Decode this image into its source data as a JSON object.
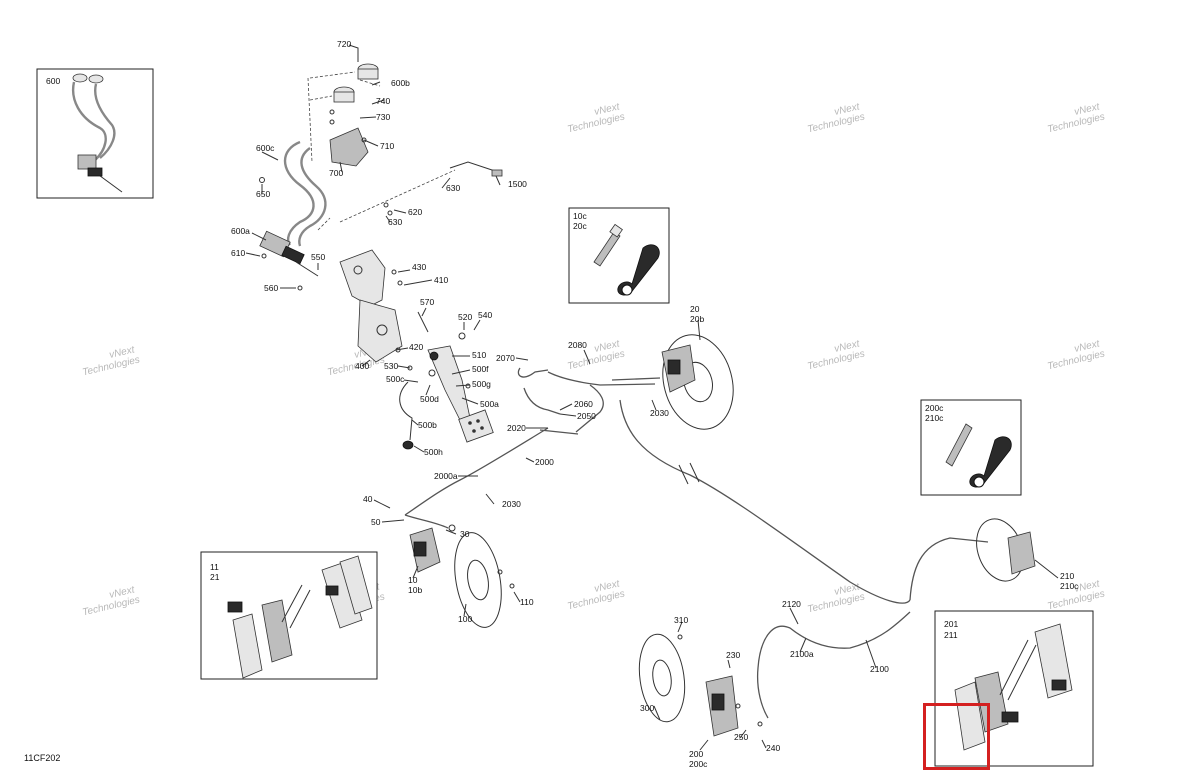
{
  "labels": {
    "l720": "720",
    "l600b": "600b",
    "l740": "740",
    "l730": "730",
    "l710": "710",
    "l700": "700",
    "l600c": "600c",
    "l650": "650",
    "l630a": "630",
    "l1500": "1500",
    "l620": "620",
    "l630b": "630",
    "l600a": "600a",
    "l610": "610",
    "l550": "550",
    "l560": "560",
    "l430": "430",
    "l410": "410",
    "l570": "570",
    "l520": "520",
    "l540": "540",
    "l420": "420",
    "l510": "510",
    "l400": "400",
    "l530": "530",
    "l500f": "500f",
    "l500c": "500c",
    "l500g": "500g",
    "l500d": "500d",
    "l500a": "500a",
    "l500b": "500b",
    "l500h": "500h",
    "l2070": "2070",
    "l2080": "2080",
    "l20": "20",
    "l20b": "20b",
    "l2060": "2060",
    "l2050": "2050",
    "l2030a": "2030",
    "l2020": "2020",
    "l2000": "2000",
    "l2000a": "2000a",
    "l2030b": "2030",
    "l40": "40",
    "l50": "50",
    "l30": "30",
    "l10": "10",
    "l10b": "10b",
    "l110": "110",
    "l100": "100",
    "l310": "310",
    "l230": "230",
    "l300": "300",
    "l250": "250",
    "l240": "240",
    "l200": "200",
    "l200c": "200c",
    "l2120": "2120",
    "l2100a": "2100a",
    "l2100": "2100",
    "l210": "210",
    "l210b": "210c"
  },
  "insets": {
    "i600": "600",
    "i10c": "10c",
    "i20c": "20c",
    "i200c": "200c",
    "i210c": "210c",
    "i11": "11",
    "i21": "21",
    "i201": "201",
    "i211": "211"
  },
  "watermark": {
    "line1": "vNext",
    "line2": "Technologies"
  },
  "doc_ref": "11CF202",
  "colors": {
    "highlight": "#d42020",
    "watermark": "#b9b9b9"
  }
}
